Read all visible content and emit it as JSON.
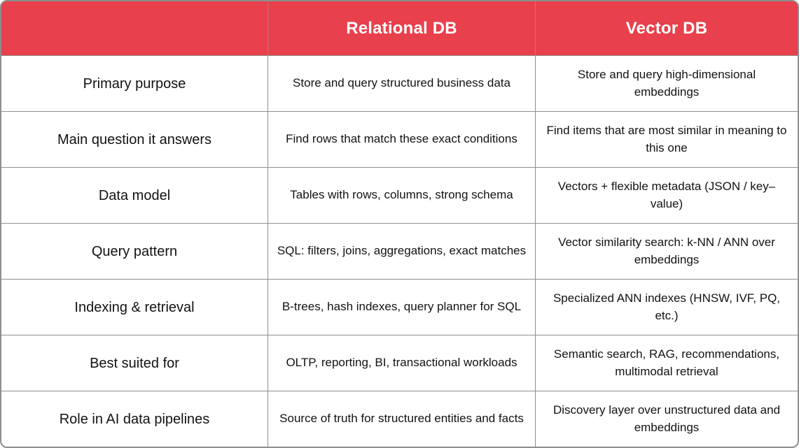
{
  "chart_data": {
    "type": "table",
    "columns": [
      "",
      "Relational DB",
      "Vector DB"
    ],
    "rows": [
      [
        "Primary purpose",
        "Store and query structured business data",
        "Store and query high-dimensional embeddings"
      ],
      [
        "Main question it answers",
        "Find rows that match these exact conditions",
        "Find items that are most similar in meaning to this one"
      ],
      [
        "Data model",
        "Tables with rows, columns, strong schema",
        "Vectors + flexible metadata (JSON / key–value)"
      ],
      [
        "Query pattern",
        "SQL: filters, joins, aggregations, exact matches",
        "Vector similarity search: k-NN / ANN over embeddings"
      ],
      [
        "Indexing & retrieval",
        "B-trees, hash indexes, query planner for SQL",
        "Specialized ANN indexes (HNSW, IVF, PQ, etc.)"
      ],
      [
        "Best suited for",
        "OLTP, reporting, BI, transactional workloads",
        "Semantic search, RAG, recommendations, multimodal retrieval"
      ],
      [
        "Role in AI data pipelines",
        "Source of truth for structured entities and facts",
        "Discovery layer over unstructured data and embeddings"
      ]
    ],
    "layout": {
      "header_row": true,
      "grid": "on",
      "legend": "none"
    }
  },
  "colors": {
    "header-bg": "#E8404C",
    "header-text": "#FFFFFF",
    "border": "#8E8E8E",
    "text": "#121212",
    "cell-bg": "#FFFFFF"
  }
}
